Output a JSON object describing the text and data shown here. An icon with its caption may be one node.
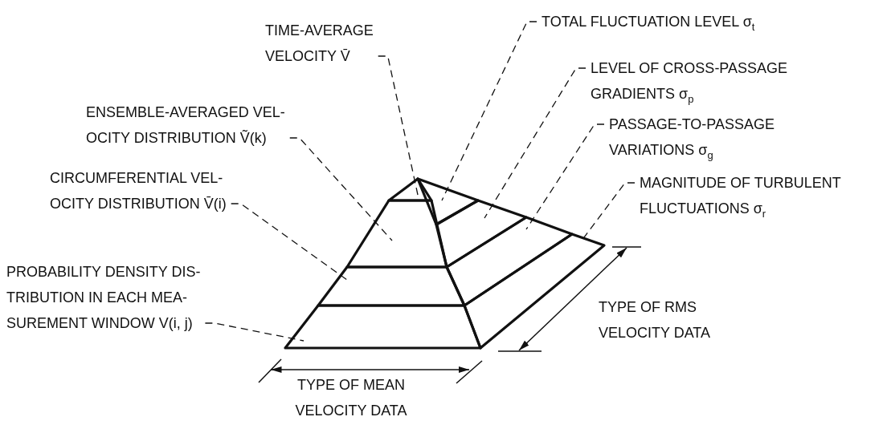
{
  "diagram": {
    "nodes": [
      {
        "text": [
          "TIME-AVERAGE VELOCITY V̄"
        ]
      },
      {
        "text": [
          "ENSEMBLE-AVERAGED VEL- OCITY DISTRIBUTION Ṽ(k)"
        ]
      },
      {
        "text": [
          "CIRCUMFERENTIAL VEL- OCITY DISTRIBUTION V̄(i)"
        ]
      },
      {
        "text": [
          "PROBABILITY DENSITY DIS- TRIBUTION IN EACH MEA- SUREMENT WINDOW V(i, j)"
        ]
      },
      {
        "text": [
          "TOTAL FLUCTUATION LEVEL σ$_{t}$"
        ]
      },
      {
        "text": [
          "LEVEL OF CROSS-PASSAGE GRADIENTS σ$_{p}$"
        ]
      },
      {
        "text": [
          "PASSAGE-TO-PASSAGE VARIATIONS σ$_{g}$"
        ]
      },
      {
        "text": [
          "MAGNITUDE OF TURBULENT FLUCTUATIONS σ$_{r}$"
        ]
      },
      {
        "text": [],
        "shape": "triangle"
      },
      {
        "text": [],
        "shape": "band"
      },
      {
        "text": [],
        "shape": "band"
      },
      {
        "text": [],
        "shape": "band"
      },
      {
        "text": [],
        "shape": "triangle"
      },
      {
        "text": [],
        "shape": "band"
      },
      {
        "text": [],
        "shape": "band"
      },
      {
        "text": [],
        "shape": "band"
      }
    ],
    "edges": [
      {
        "from": 0,
        "to": 8,
        "arrow": "none",
        "style": "dashed"
      },
      {
        "from": 1,
        "to": 9,
        "arrow": "none",
        "style": "dashed"
      },
      {
        "from": 2,
        "to": 10,
        "arrow": "none",
        "style": "dashed"
      },
      {
        "from": 3,
        "to": 11,
        "arrow": "none",
        "style": "dashed"
      },
      {
        "from": 4,
        "to": 12,
        "arrow": "none",
        "style": "dashed"
      },
      {
        "from": 5,
        "to": 13,
        "arrow": "none",
        "style": "dashed"
      },
      {
        "from": 6,
        "to": 14,
        "arrow": "none",
        "style": "dashed"
      },
      {
        "from": 7,
        "to": 15,
        "arrow": "none",
        "style": "dashed"
      }
    ],
    "labels": [
      "TYPE OF RMS VELOCITY DATA",
      "TYPE OF MEAN VELOCITY DATA"
    ]
  }
}
